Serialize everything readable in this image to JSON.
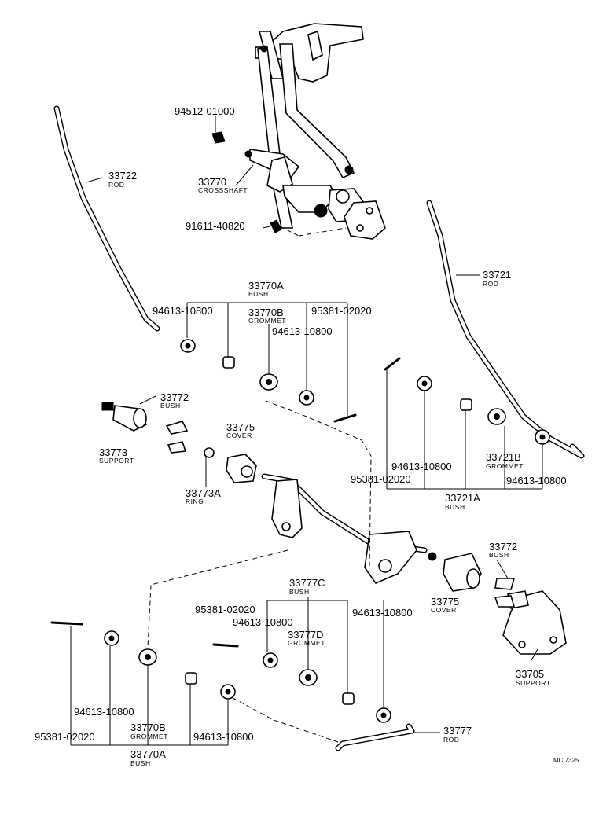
{
  "diagram_ref": "MC 7325",
  "labels": {
    "l94512": {
      "num": "94512-01000"
    },
    "l33770": {
      "num": "33770",
      "sub": "CROSSSHAFT"
    },
    "l91611": {
      "num": "91611-40820"
    },
    "l33722": {
      "num": "33722",
      "sub": "ROD"
    },
    "l33721": {
      "num": "33721",
      "sub": "ROD"
    },
    "l33770A_top": {
      "num": "33770A",
      "sub": "BUSH"
    },
    "l94613_a": {
      "num": "94613-10800"
    },
    "l33770B_top": {
      "num": "33770B",
      "sub": "GROMMET"
    },
    "l95381_a": {
      "num": "95381-02020"
    },
    "l94613_b": {
      "num": "94613-10800"
    },
    "l33772_left": {
      "num": "33772",
      "sub": "BUSH"
    },
    "l33775_top": {
      "num": "33775",
      "sub": "COVER"
    },
    "l33773": {
      "num": "33773",
      "sub": "SUPPORT"
    },
    "l33773A": {
      "num": "33773A",
      "sub": "RING"
    },
    "l94613_c": {
      "num": "94613-10800"
    },
    "l95381_b": {
      "num": "95381-02020"
    },
    "l33721B": {
      "num": "33721B",
      "sub": "GROMMET"
    },
    "l94613_d": {
      "num": "94613-10800"
    },
    "l33721A": {
      "num": "33721A",
      "sub": "BUSH"
    },
    "l33772_right": {
      "num": "33772",
      "sub": "BUSH"
    },
    "l33775_bot": {
      "num": "33775",
      "sub": "COVER"
    },
    "l33705": {
      "num": "33705",
      "sub": "SUPPORT"
    },
    "l33777C": {
      "num": "33777C",
      "sub": "BUSH"
    },
    "l95381_c": {
      "num": "95381-02020"
    },
    "l94613_e": {
      "num": "94613-10800"
    },
    "l94613_f": {
      "num": "94613-10800"
    },
    "l33777D": {
      "num": "33777D",
      "sub": "GROMMET"
    },
    "l94613_g": {
      "num": "94613-10800"
    },
    "l95381_d": {
      "num": "95381-02020"
    },
    "l33770B_bot": {
      "num": "33770B",
      "sub": "GROMMET"
    },
    "l94613_h": {
      "num": "94613-10800"
    },
    "l33770A_bot": {
      "num": "33770A",
      "sub": "BUSH"
    },
    "l33777": {
      "num": "33777",
      "sub": "ROD"
    }
  }
}
